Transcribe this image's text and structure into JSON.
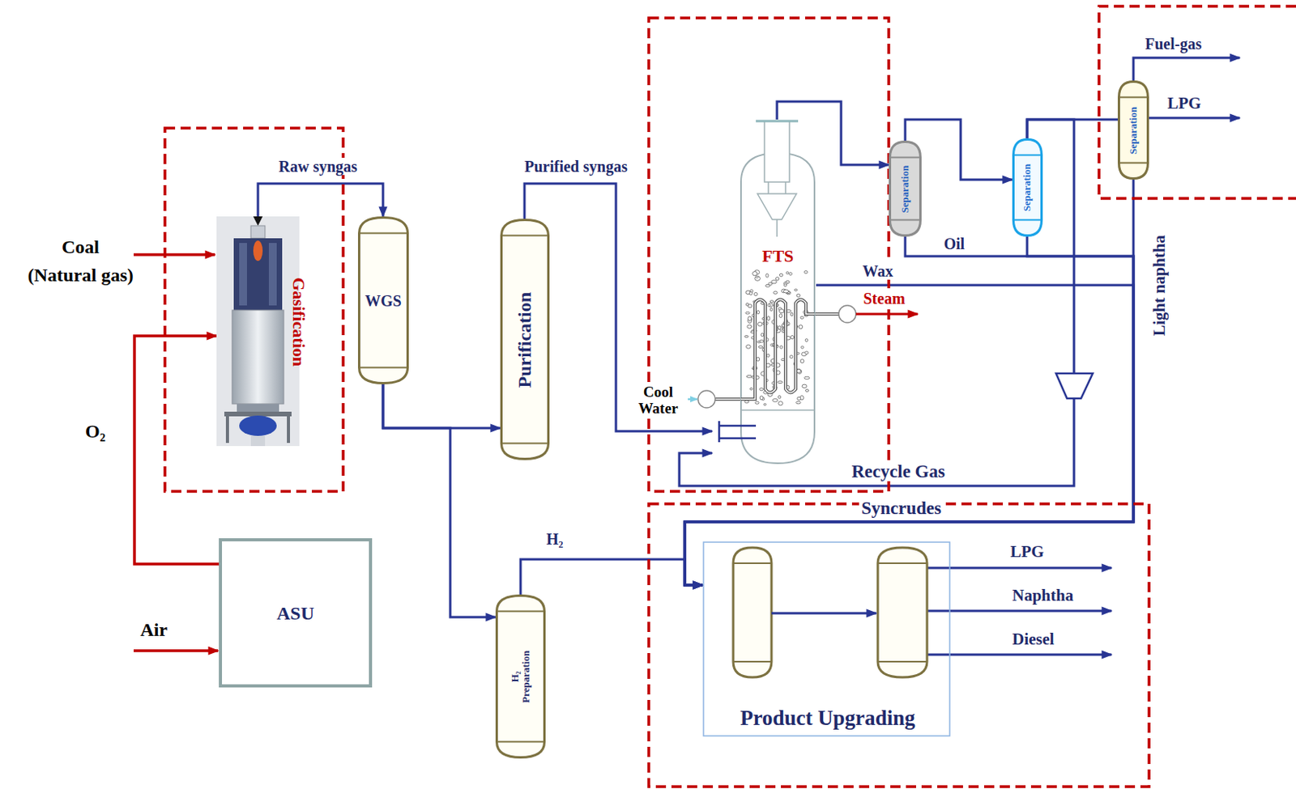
{
  "diagram": {
    "nodes": [
      {
        "text": [
          "Gasification"
        ]
      },
      {
        "text": [
          "WGS"
        ]
      },
      {
        "text": [
          "Purification"
        ]
      },
      {
        "text": [
          "H₂ Preparation"
        ]
      },
      {
        "text": [
          "ASU"
        ]
      },
      {
        "text": [
          "FTS"
        ]
      },
      {
        "text": [
          "Separation"
        ]
      },
      {
        "text": [
          "Separation"
        ]
      },
      {
        "text": [
          "Separation"
        ]
      },
      {
        "text": [
          "Product Upgrading"
        ]
      }
    ],
    "edges": [
      {
        "from": 0,
        "to": 1,
        "label": "Raw syngas",
        "arrow": "to"
      },
      {
        "from": 1,
        "to": 2,
        "arrow": "to"
      },
      {
        "from": 1,
        "to": 3,
        "arrow": "to"
      },
      {
        "from": 2,
        "to": 5,
        "label": "Purified syngas",
        "arrow": "to"
      },
      {
        "from": 4,
        "to": 0,
        "label": "O₂",
        "arrow": "to"
      },
      {
        "from": 3,
        "to": 9,
        "label": "H₂",
        "arrow": "to"
      },
      {
        "from": 5,
        "to": 6,
        "arrow": "to"
      },
      {
        "from": 6,
        "to": 7,
        "arrow": "to"
      },
      {
        "from": 7,
        "to": 8,
        "arrow": "none"
      },
      {
        "from": 7,
        "to": 5,
        "label": "Recycle Gas",
        "arrow": "to"
      },
      {
        "from": 6,
        "to": 9,
        "label": "Oil",
        "arrow": "to"
      },
      {
        "from": 7,
        "to": 9,
        "arrow": "to"
      },
      {
        "from": 5,
        "to": 9,
        "label": "Wax",
        "arrow": "to"
      },
      {
        "from": 8,
        "to": 9,
        "label": "Light naphtha",
        "arrow": "to"
      }
    ],
    "labels": [
      "Coal",
      "(Natural gas)",
      "Air",
      "Cool Water",
      "Steam",
      "Fuel-gas",
      "LPG",
      "Syncrudes",
      "LPG",
      "Naphtha",
      "Diesel"
    ]
  }
}
